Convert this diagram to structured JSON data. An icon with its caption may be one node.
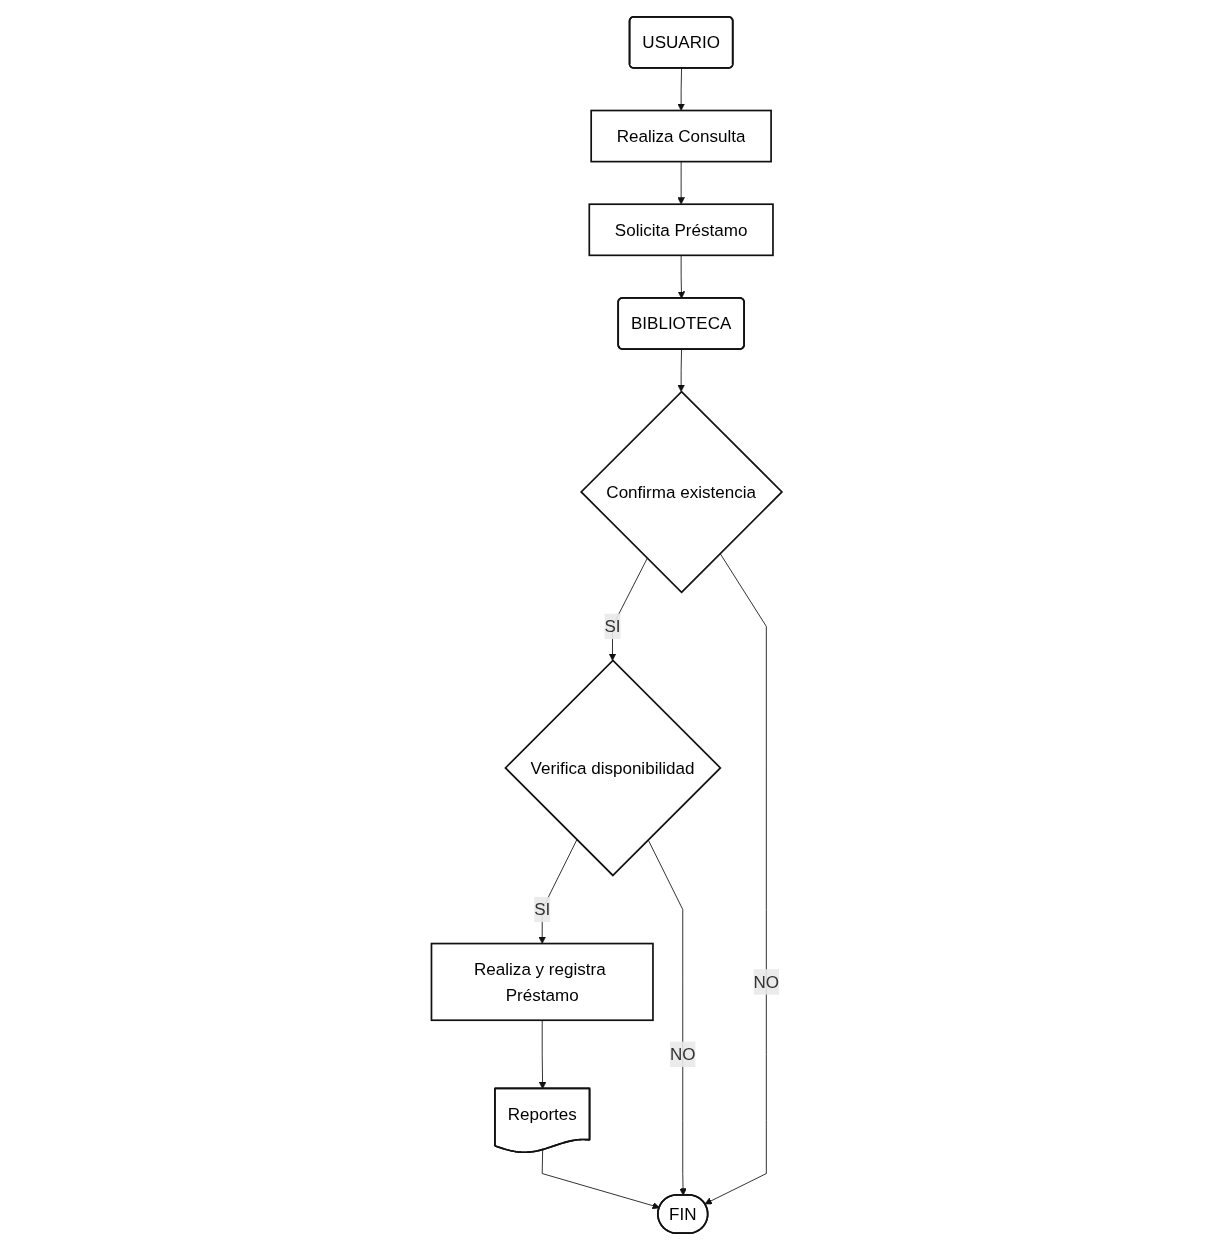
{
  "diagram": {
    "nodes": [
      {
        "text": [
          "USUARIO"
        ]
      },
      {
        "text": [
          "Realiza Consulta"
        ]
      },
      {
        "text": [
          "Solicita Préstamo"
        ]
      },
      {
        "text": [
          "BIBLIOTECA"
        ]
      },
      {
        "text": [
          "Confirma existencia"
        ]
      },
      {
        "text": [
          "Verifica disponibilidad"
        ]
      },
      {
        "text": [
          "Realiza y registra Préstamo"
        ]
      },
      {
        "text": [
          "Reportes"
        ]
      },
      {
        "text": [
          "FIN"
        ]
      }
    ],
    "edges": [
      {
        "from": 0,
        "to": 1,
        "arrow": "to"
      },
      {
        "from": 1,
        "to": 2,
        "arrow": "to"
      },
      {
        "from": 2,
        "to": 3,
        "arrow": "to"
      },
      {
        "from": 3,
        "to": 4,
        "arrow": "to"
      },
      {
        "from": 4,
        "to": 5,
        "label": "SI",
        "arrow": "to"
      },
      {
        "from": 5,
        "to": 6,
        "label": "SI",
        "arrow": "to"
      },
      {
        "from": 6,
        "to": 7,
        "arrow": "to"
      },
      {
        "from": 7,
        "to": 8,
        "arrow": "to"
      },
      {
        "from": 4,
        "to": 8,
        "label": "NO",
        "arrow": "to"
      },
      {
        "from": 5,
        "to": 8,
        "label": "NO",
        "arrow": "to"
      }
    ]
  }
}
